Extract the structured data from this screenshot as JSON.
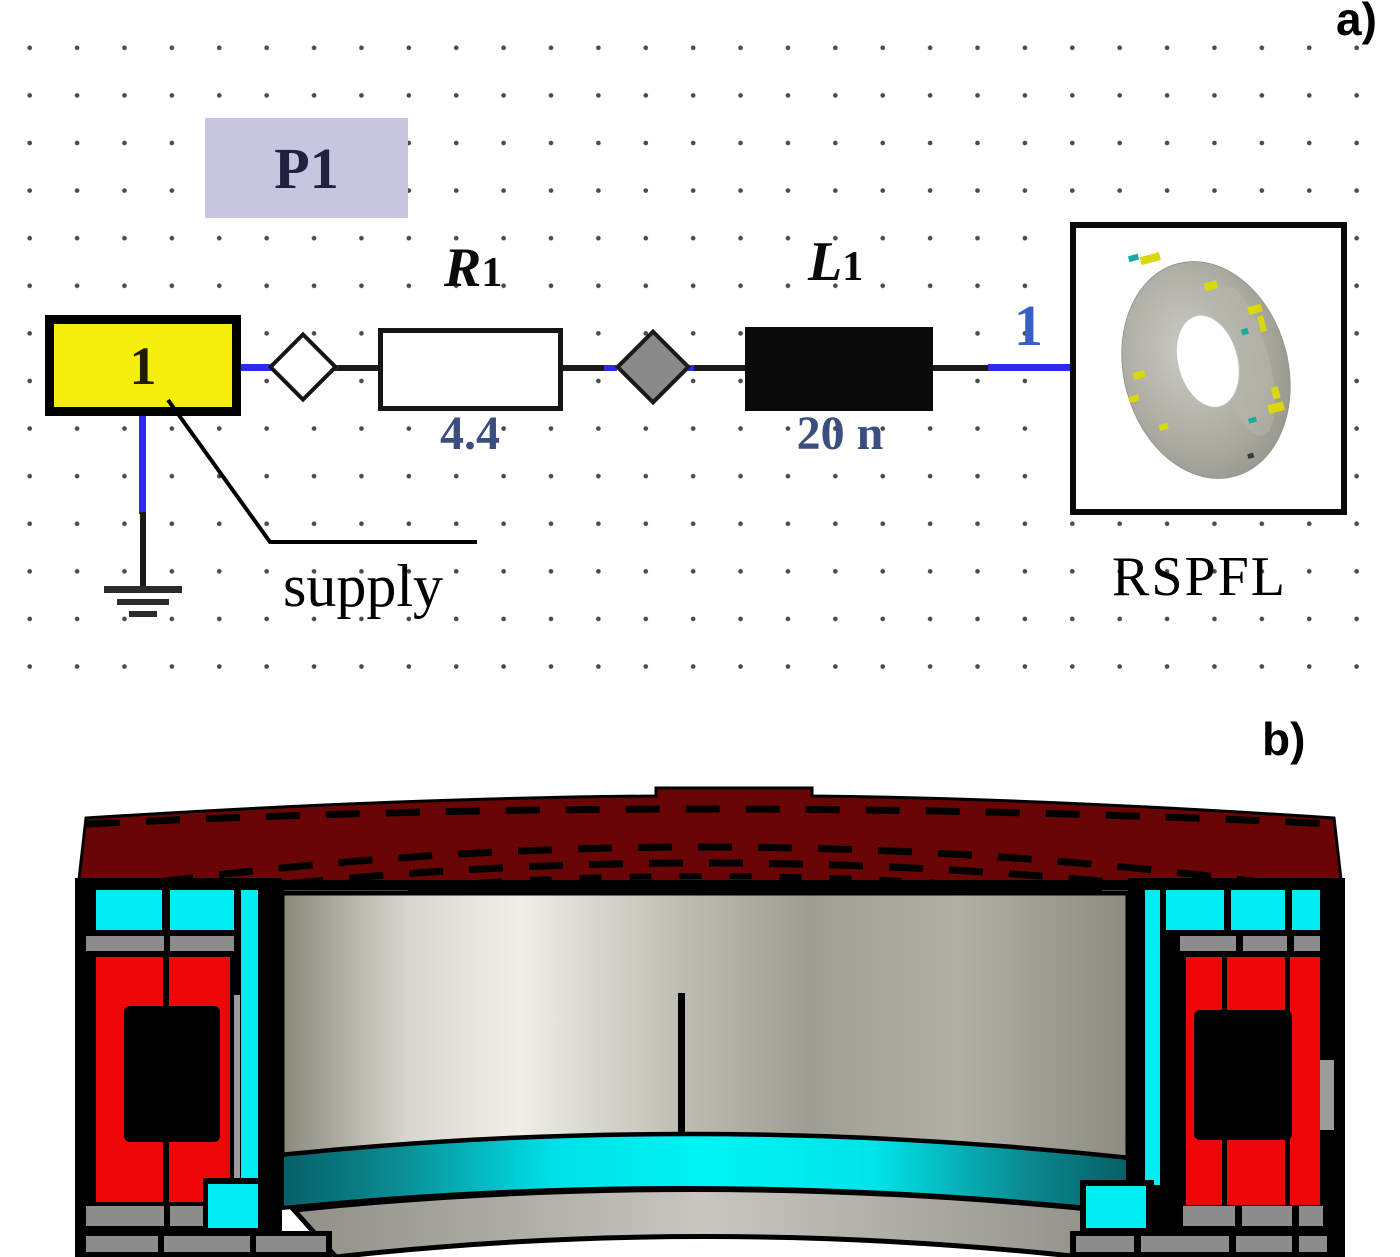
{
  "panel_a": {
    "corner_label": "a)",
    "probe_tag": "P1",
    "supply": {
      "value": "1",
      "annotation": "supply"
    },
    "resistor": {
      "name": "R",
      "sub": "1",
      "value": "4.4"
    },
    "inductor": {
      "name": "L",
      "sub": "1",
      "value": "20 n"
    },
    "node_label": "1",
    "device_label": "RSPFL"
  },
  "panel_b": {
    "corner_label": "b)"
  },
  "colors": {
    "supply_yellow": "#F6EE0D",
    "tag_lavender": "#C7C5DF",
    "wire_blue": "#2B2BEE",
    "value_blue": "#3A4F7E",
    "node_blue": "#3A5FC2",
    "maroon": "#6A0505",
    "coil_red": "#EE0707",
    "cyan": "#00EEF2",
    "teal": "#0A6E74",
    "mid_gray": "#8C8C8C",
    "diamond_gray": "#8A8A8A"
  }
}
